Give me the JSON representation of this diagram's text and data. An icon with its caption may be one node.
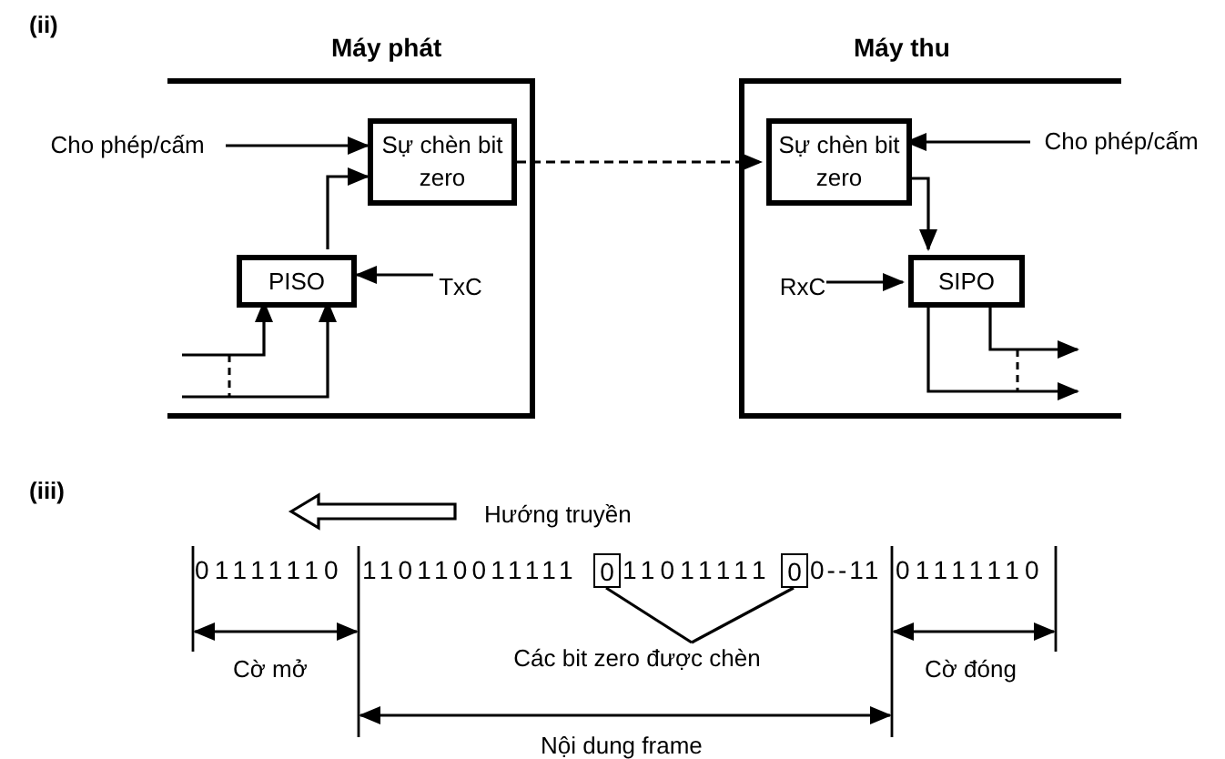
{
  "diagram": {
    "nodes": [
      {
        "text": [
          "Máy phát"
        ]
      },
      {
        "text": [
          "Sự chèn bit zero"
        ],
        "in": 0
      },
      {
        "text": [
          "PISO"
        ],
        "in": 0
      },
      {
        "text": [
          "Cho phép/cấm"
        ]
      },
      {
        "text": [
          "TxC"
        ],
        "in": 0
      },
      {
        "text": [
          "Máy thu"
        ]
      },
      {
        "text": [
          "Sự chèn bit zero"
        ],
        "in": 5
      },
      {
        "text": [
          "SIPO"
        ],
        "in": 5
      },
      {
        "text": [
          "Cho phép/cấm"
        ]
      },
      {
        "text": [
          "RxC"
        ],
        "in": 5
      },
      {
        "text": [
          "0"
        ]
      },
      {
        "text": [
          "0"
        ]
      },
      {
        "text": [
          "Các bit zero được chèn"
        ]
      }
    ],
    "edges": [
      {
        "from": 3,
        "to": 1,
        "arrow": "to"
      },
      {
        "from": 2,
        "to": 1,
        "arrow": "to"
      },
      {
        "from": 4,
        "to": 2,
        "arrow": "to"
      },
      {
        "from": null,
        "to": 2,
        "arrow": "to"
      },
      {
        "from": null,
        "to": 2,
        "arrow": "to"
      },
      {
        "from": 1,
        "to": 6,
        "arrow": "to",
        "style": "dashed"
      },
      {
        "from": 8,
        "to": 6,
        "arrow": "to"
      },
      {
        "from": 6,
        "to": 7,
        "arrow": "to"
      },
      {
        "from": 9,
        "to": 7,
        "arrow": "to"
      },
      {
        "from": 7,
        "to": null,
        "arrow": "to"
      },
      {
        "from": 7,
        "to": null,
        "arrow": "to"
      },
      {
        "from": 12,
        "to": 10,
        "arrow": "none"
      },
      {
        "from": 12,
        "to": 11,
        "arrow": "none"
      }
    ],
    "labels": [
      "(ii)",
      "(iii)",
      "Hướng truyền",
      "01111110",
      "110110011111",
      "11011111",
      "0--11",
      "01111110",
      "Cờ mở",
      "Cờ đóng",
      "Nội dung frame"
    ]
  }
}
